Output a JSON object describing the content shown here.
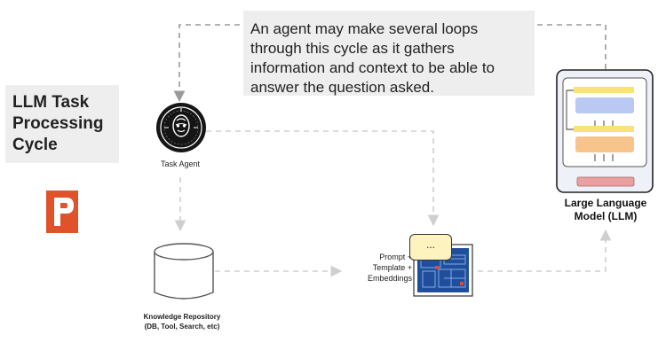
{
  "title": "LLM Task\nProcessing\nCycle",
  "note": "An agent may make several loops through this cycle as it gathers information and context to be able to answer the question asked.",
  "task_agent": {
    "label": "Task Agent"
  },
  "knowledge_repository": {
    "label": "Knowledge Repository\n(DB, Tool, Search, etc)"
  },
  "prompt": {
    "label": "Prompt +\nTemplate +\nEmbeddings",
    "bubble_text": "..."
  },
  "llm": {
    "label": "Large Language\nModel (LLM)"
  },
  "colors": {
    "brand": "#e0522a",
    "arrow": "#bdbdbd",
    "panel": "#eeeeee",
    "llm_yellow": "#f9e27a",
    "llm_blue": "#b9c9f3",
    "llm_orange": "#f7c48b",
    "llm_red": "#e8a0a0"
  }
}
